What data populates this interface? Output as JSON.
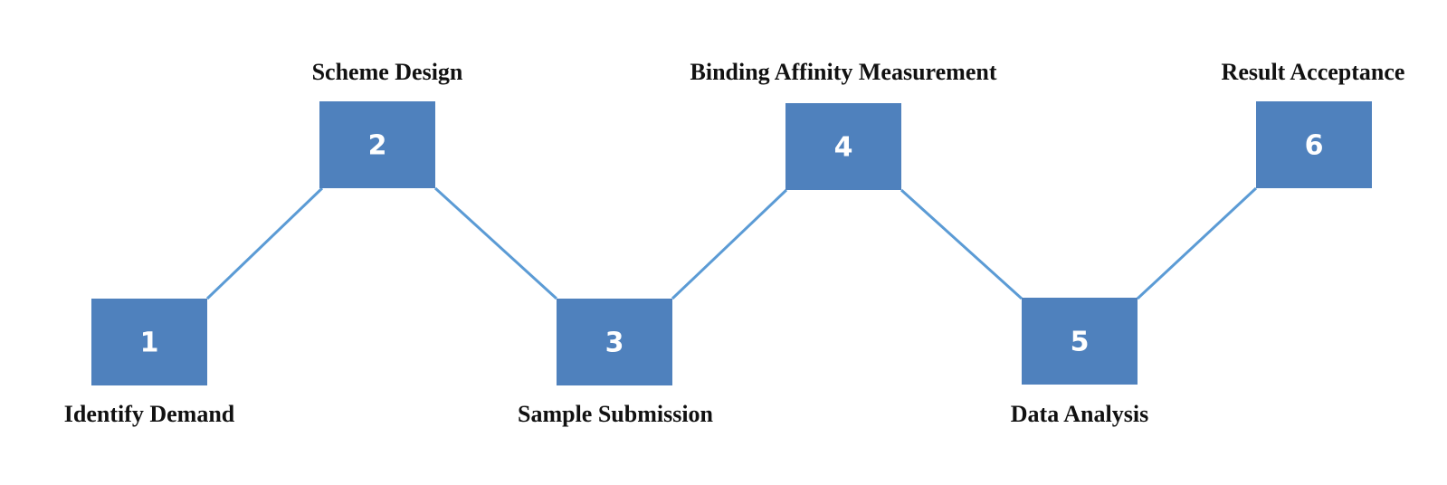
{
  "steps": [
    {
      "number": "1",
      "label": "Identify Demand"
    },
    {
      "number": "2",
      "label": "Scheme Design"
    },
    {
      "number": "3",
      "label": "Sample Submission"
    },
    {
      "number": "4",
      "label": "Binding Affinity Measurement"
    },
    {
      "number": "5",
      "label": "Data Analysis"
    },
    {
      "number": "6",
      "label": "Result Acceptance"
    }
  ],
  "colors": {
    "box": "#4f81bd",
    "connector": "#5b9bd5",
    "number_text": "#ffffff",
    "label_text": "#111111"
  }
}
